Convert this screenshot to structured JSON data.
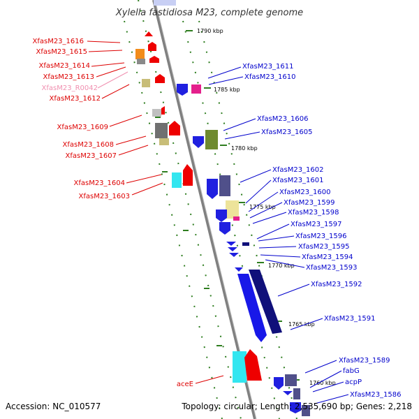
{
  "title": "Xylella fastidiosa M23, complete genome",
  "footer": {
    "accession": "Accession: NC_010577",
    "topology": "Topology: circular; Length: 2,535,690 bp; Genes: 2,218"
  },
  "colors": {
    "backbone": "#808080",
    "tick": "#2e7d1f",
    "label_left": "#dd0000",
    "label_right": "#0000cc",
    "label_rna": "#f090b0"
  },
  "kbp_labels": [
    "1790 kbp",
    "1785 kbp",
    "1780 kbp",
    "1775 kbp",
    "1770 kbp",
    "1765 kbp",
    "1760 kbp"
  ],
  "left_labels": [
    {
      "text": "XfasM23_1616",
      "type": "cds"
    },
    {
      "text": "XfasM23_1615",
      "type": "cds"
    },
    {
      "text": "XfasM23_1614",
      "type": "cds"
    },
    {
      "text": "XfasM23_1613",
      "type": "cds"
    },
    {
      "text": "XfasM23_R0042",
      "type": "rna"
    },
    {
      "text": "XfasM23_1612",
      "type": "cds"
    },
    {
      "text": "XfasM23_1609",
      "type": "cds"
    },
    {
      "text": "XfasM23_1608",
      "type": "cds"
    },
    {
      "text": "XfasM23_1607",
      "type": "cds"
    },
    {
      "text": "XfasM23_1604",
      "type": "cds"
    },
    {
      "text": "XfasM23_1603",
      "type": "cds"
    },
    {
      "text": "aceE",
      "type": "cds"
    }
  ],
  "right_labels": [
    {
      "text": "XfasM23_1611"
    },
    {
      "text": "XfasM23_1610"
    },
    {
      "text": "XfasM23_1606"
    },
    {
      "text": "XfasM23_1605"
    },
    {
      "text": "XfasM23_1602"
    },
    {
      "text": "XfasM23_1601"
    },
    {
      "text": "XfasM23_1600"
    },
    {
      "text": "XfasM23_1599"
    },
    {
      "text": "XfasM23_1598"
    },
    {
      "text": "XfasM23_1597"
    },
    {
      "text": "XfasM23_1596"
    },
    {
      "text": "XfasM23_1595"
    },
    {
      "text": "XfasM23_1594"
    },
    {
      "text": "XfasM23_1593"
    },
    {
      "text": "XfasM23_1592"
    },
    {
      "text": "XfasM23_1591"
    },
    {
      "text": "XfasM23_1589"
    },
    {
      "text": "fabG"
    },
    {
      "text": "acpP"
    },
    {
      "text": "XfasM23_1586"
    }
  ]
}
